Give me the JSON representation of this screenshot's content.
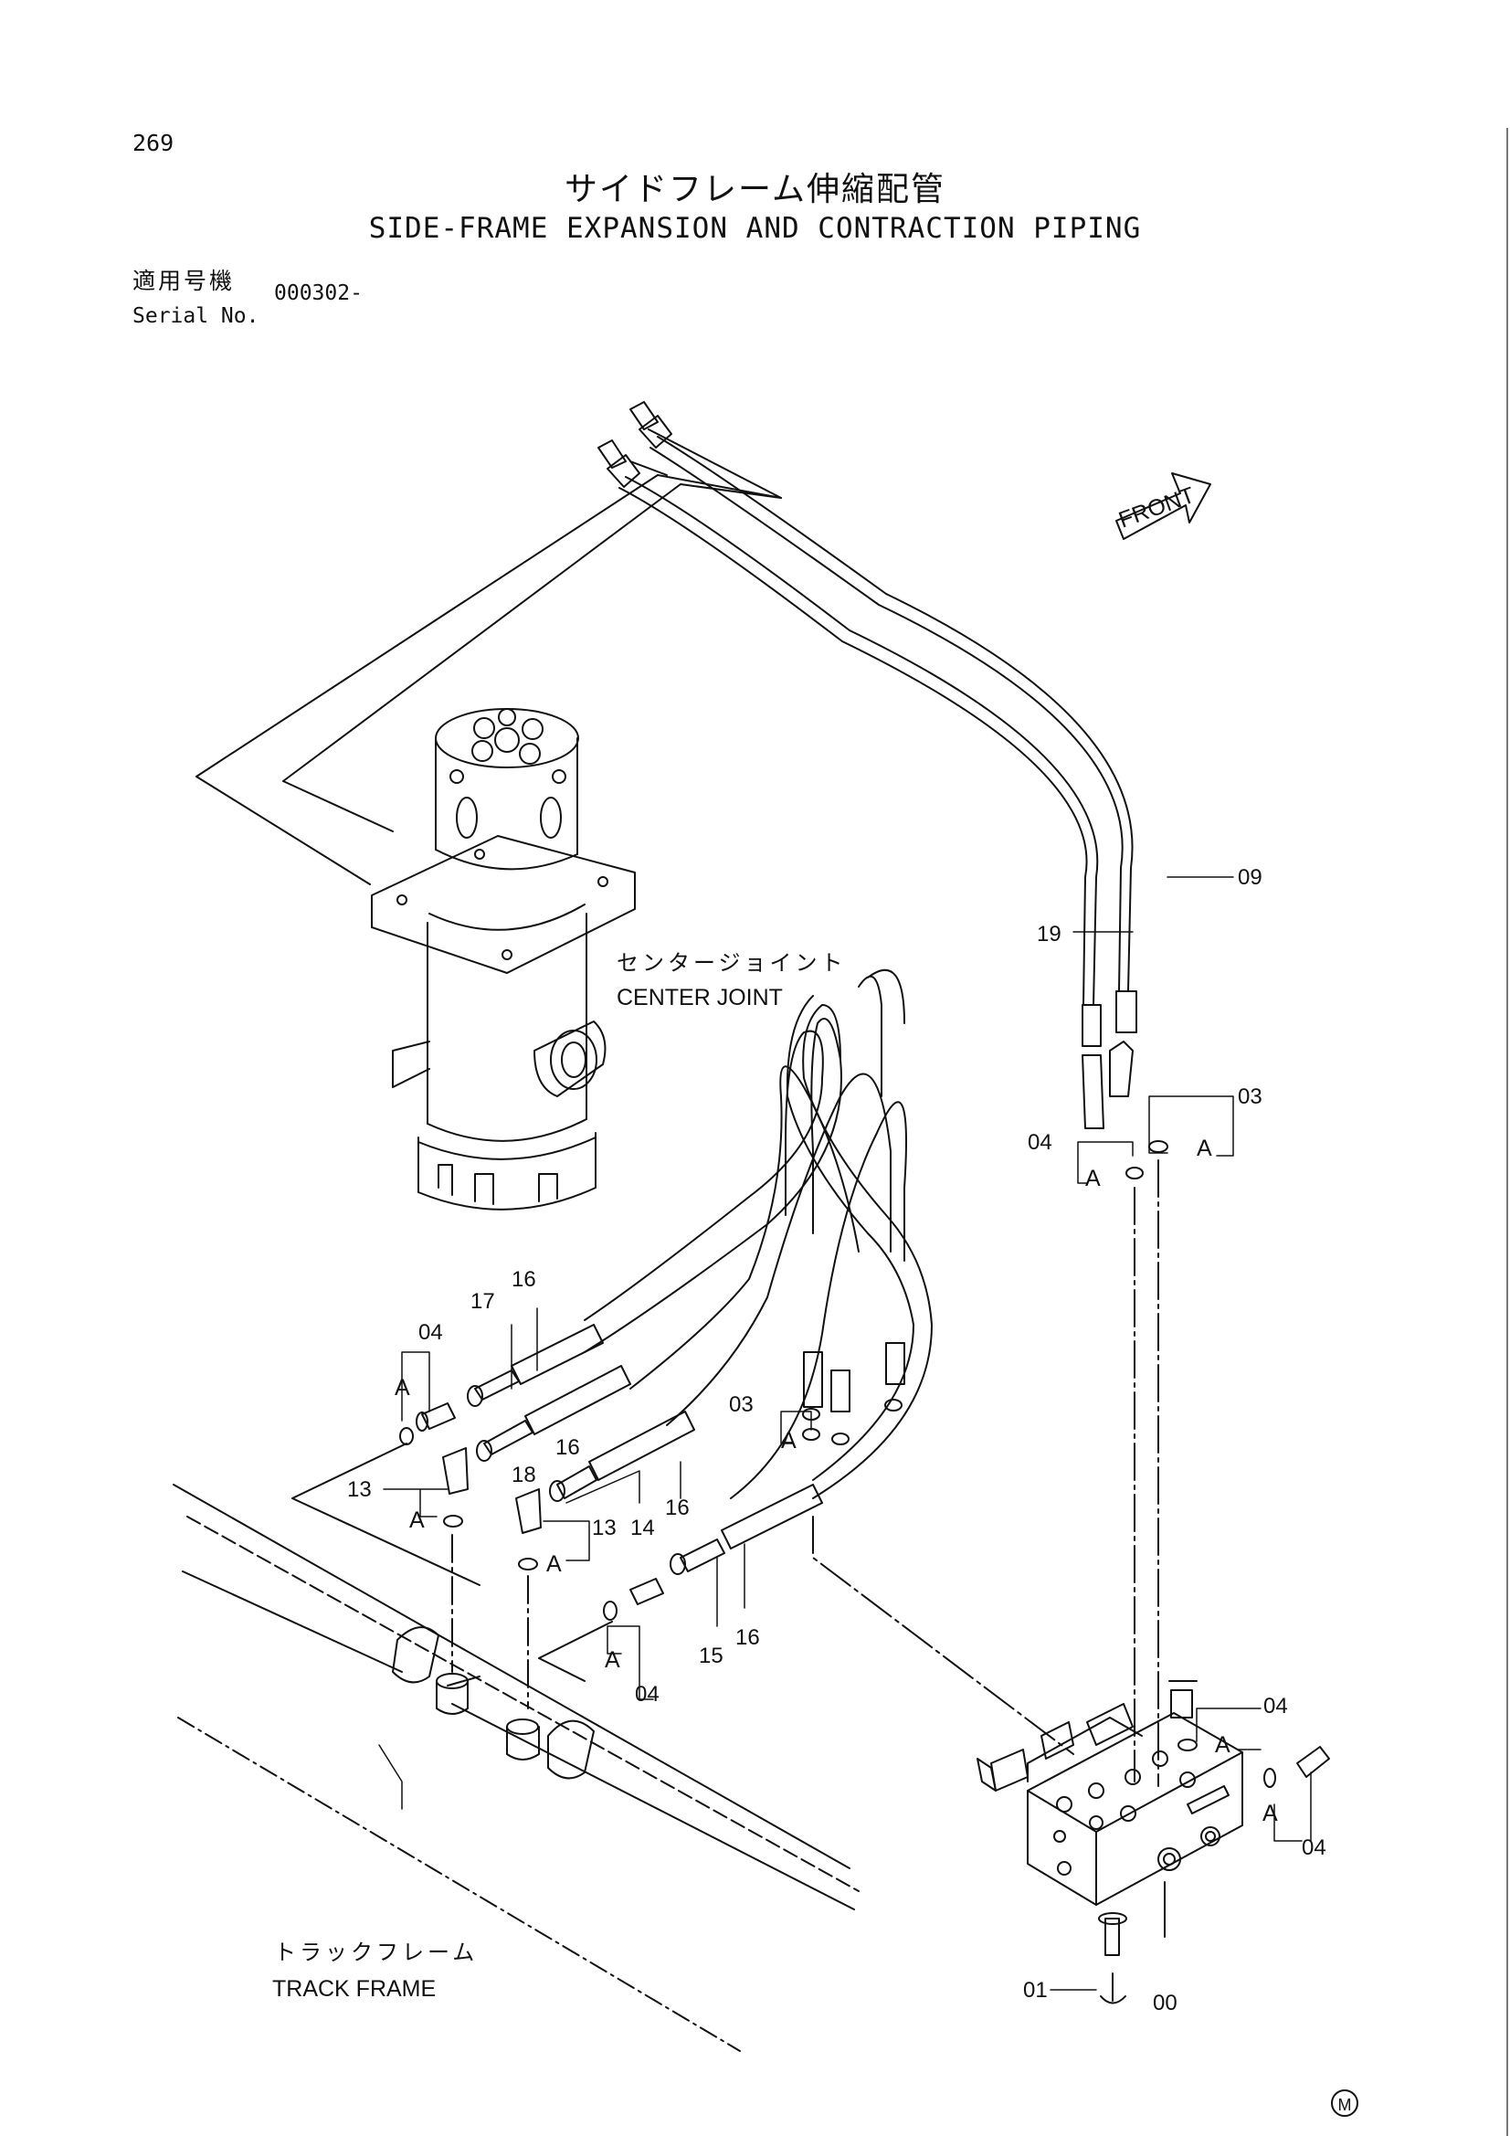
{
  "header": {
    "page_number": "269",
    "title_jp": "サイドフレーム伸縮配管",
    "title_en": "SIDE-FRAME EXPANSION AND CONTRACTION PIPING",
    "serial_label_jp": "適用号機",
    "serial_label_en": "Serial No.",
    "serial_value": "000302-"
  },
  "labels": {
    "front": "FRONT",
    "center_joint_jp": "センタージョイント",
    "center_joint_en": "CENTER JOINT",
    "track_frame_jp": "トラックフレーム",
    "track_frame_en": "TRACK FRAME",
    "ref_a": "A",
    "mark": "M"
  },
  "part_callouts": {
    "p00": "00",
    "p01": "01",
    "p03": "03",
    "p04": "04",
    "p09": "09",
    "p13": "13",
    "p14": "14",
    "p15": "15",
    "p16": "16",
    "p17": "17",
    "p18": "18",
    "p19": "19"
  }
}
